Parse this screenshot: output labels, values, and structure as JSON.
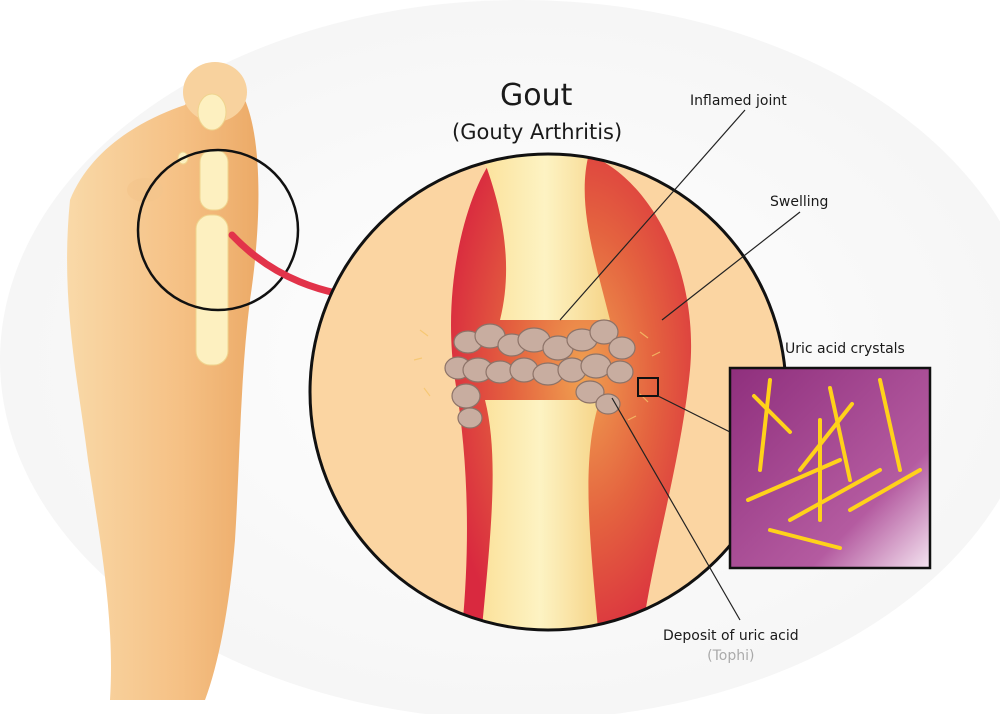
{
  "title": "Gout",
  "subtitle": "(Gouty Arthritis)",
  "labels": {
    "inflamed_joint": "Inflamed joint",
    "swelling": "Swelling",
    "uric_acid_crystals": "Uric acid crystals",
    "deposit_line1": "Deposit of uric acid",
    "deposit_line2": "(Tophi)"
  },
  "colors": {
    "skin": "#f6c58f",
    "bone": "#fbe9a4",
    "inflammation": "#e2334a",
    "crystal_bg": "#a8488e",
    "crystal": "#ffd21a",
    "tophi": "#c9b1a5",
    "arrow": "#e2334a"
  },
  "icons": [
    "foot-illustration",
    "joint-magnifier-circle",
    "red-arrow",
    "crystal-inset"
  ]
}
